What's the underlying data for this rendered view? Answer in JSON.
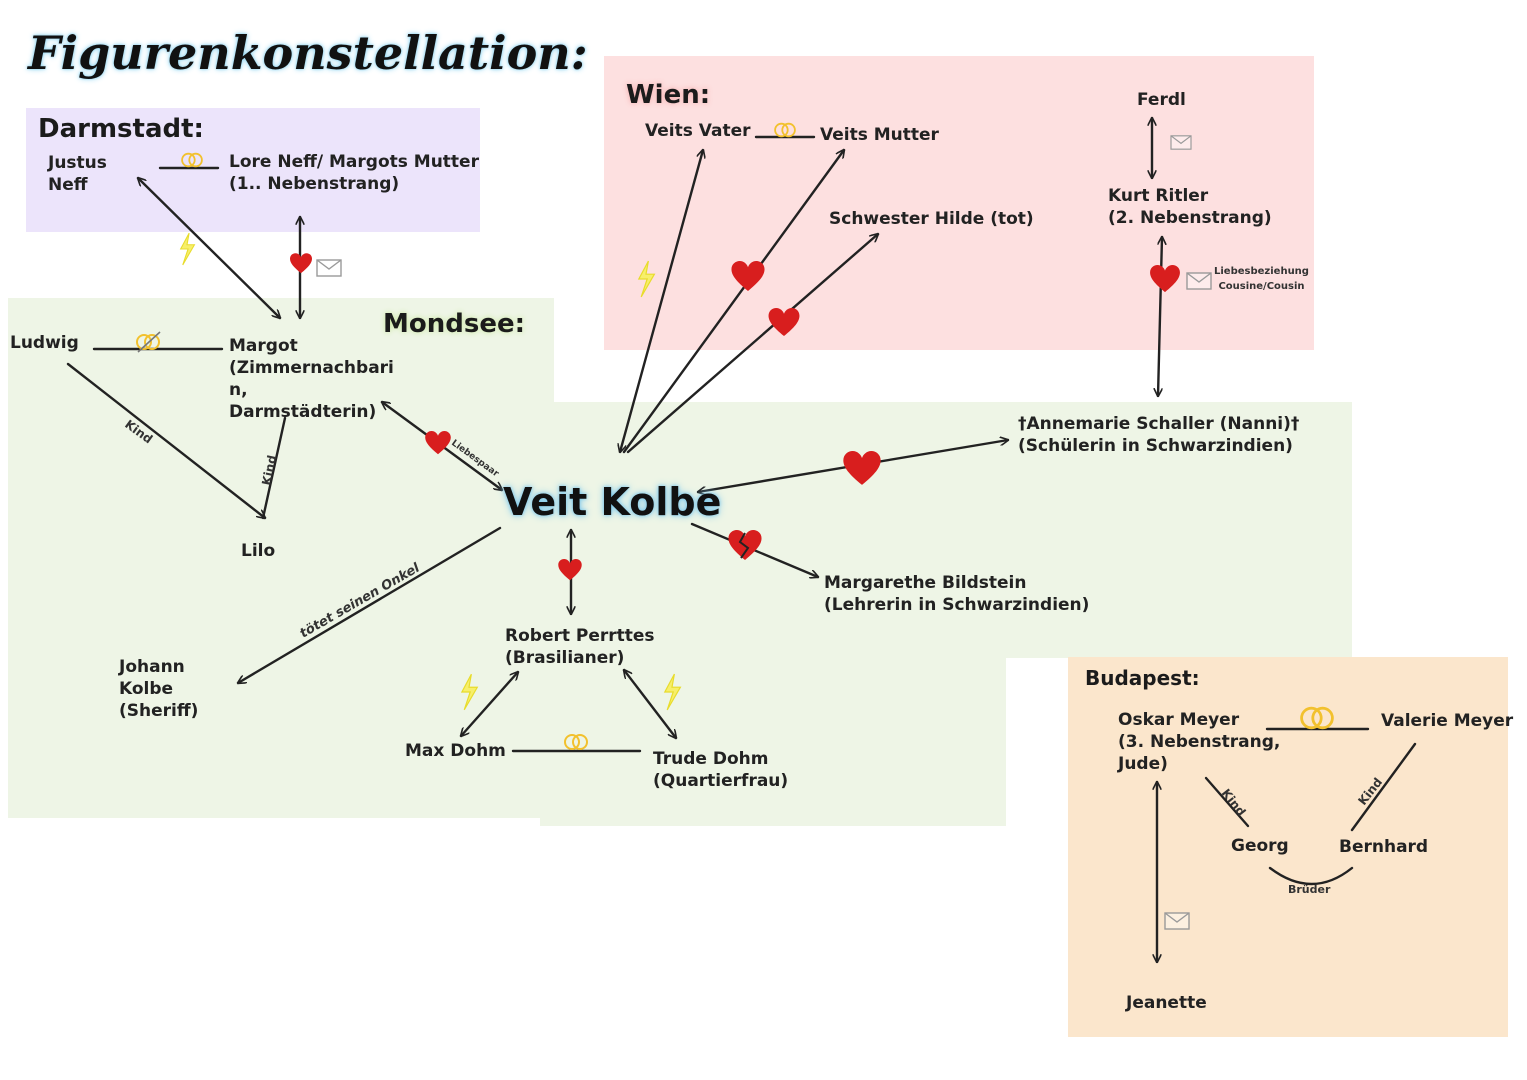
{
  "title": "Figurenkonstellation:",
  "center": "Veit Kolbe",
  "regions": {
    "darmstadt": "Darmstadt:",
    "mondsee": "Mondsee:",
    "wien": "Wien:",
    "budapest": "Budapest:"
  },
  "people": {
    "justus": "Justus\nNeff",
    "lore": "Lore Neff/ Margots Mutter\n(1.. Nebenstrang)",
    "ludwig": "Ludwig",
    "margot": "Margot\n(Zimmernachbari\nn,\nDarmstädterin)",
    "lilo": "Lilo",
    "johann": "Johann\nKolbe\n(Sheriff)",
    "robert": "Robert Perrttes\n(Brasilianer)",
    "max": "Max Dohm",
    "trude": "Trude Dohm\n(Quartierfrau)",
    "margarethe": "Margarethe Bildstein\n(Lehrerin in Schwarzindien)",
    "annemarie": "†Annemarie Schaller (Nanni)†\n(Schülerin in Schwarzindien)",
    "veits_vater": "Veits Vater",
    "veits_mutter": "Veits Mutter",
    "hilde": "Schwester Hilde (tot)",
    "ferdl": "Ferdl",
    "kurt": "Kurt Ritler\n(2. Nebenstrang)",
    "oskar": "Oskar Meyer\n(3. Nebenstrang,\nJude)",
    "valerie": "Valerie Meyer",
    "georg": "Georg",
    "bernhard": "Bernhard",
    "jeanette": "Jeanette"
  },
  "annotations": {
    "kind_ludwig": "Kind",
    "kind_margot": "Kind",
    "liebespaar": "Liebespaar",
    "toetet": "tötet seinen Onkel",
    "liebesbeziehung": "Liebesbeziehung\nCousine/Cousin",
    "kind_oskar": "Kind",
    "kind_valerie": "Kind",
    "brueder": "Brüder"
  },
  "colors": {
    "darmstadt": "#ece4fb",
    "mondsee": "#eef5e6",
    "wien": "#fde0e0",
    "budapest": "#fbe6cc",
    "heart": "#d81e1e",
    "rings": "#f2c12e",
    "lightning": "#f4ea3a",
    "highlight": "#8fd4f0"
  },
  "icons": [
    "heart-icon",
    "broken-heart-icon",
    "rings-icon",
    "crossed-rings-icon",
    "envelope-icon",
    "lightning-icon"
  ]
}
